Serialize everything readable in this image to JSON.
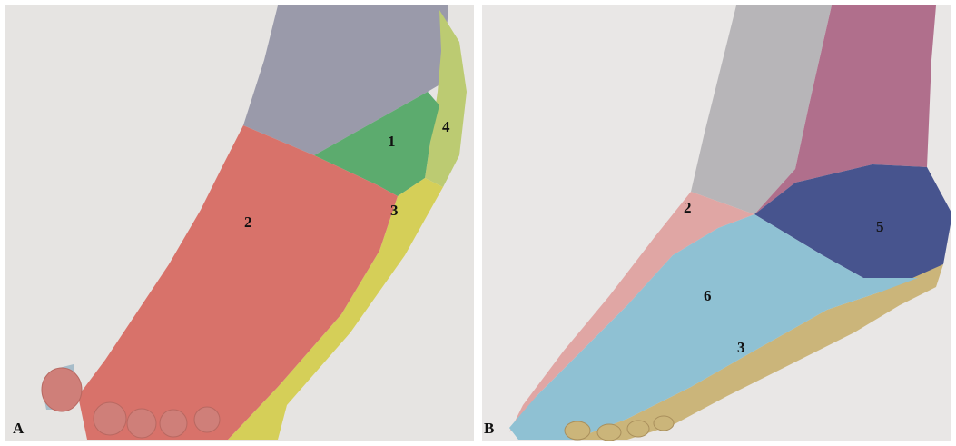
{
  "figure": {
    "panels": [
      {
        "letter": "A",
        "regions": [
          {
            "label": "1",
            "color": "#5cab6e"
          },
          {
            "label": "2",
            "color": "#d8726a"
          },
          {
            "label": "3",
            "color": "#d5cf58"
          },
          {
            "label": "4",
            "color": "#bccb72"
          }
        ]
      },
      {
        "letter": "B",
        "regions": [
          {
            "label": "2",
            "color": "#e0a6a4"
          },
          {
            "label": "3",
            "color": "#cbb57a"
          },
          {
            "label": "5",
            "color": "#47548e"
          },
          {
            "label": "6",
            "color": "#8fc1d3"
          }
        ]
      }
    ]
  }
}
